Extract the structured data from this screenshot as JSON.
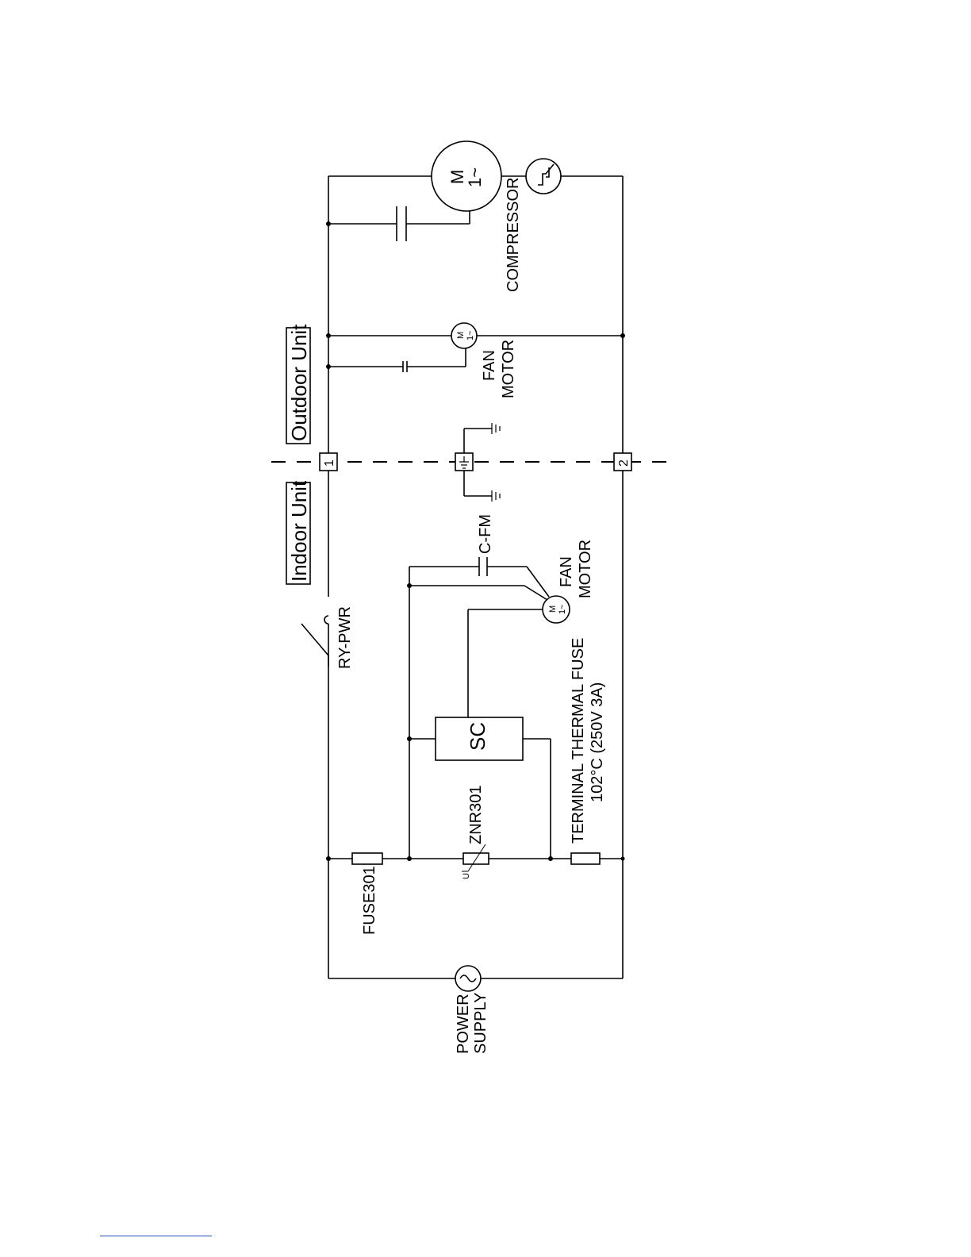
{
  "labels": {
    "indoor_unit": "Indoor Unit",
    "outdoor_unit": "Outdoor Unit",
    "ry_pwr": "RY-PWR",
    "power_supply_1": "POWER",
    "power_supply_2": "SUPPLY",
    "fuse301": "FUSE301",
    "znr301": "ZNR301",
    "znr_u": "U",
    "sc": "SC",
    "c_fm": "C-FM",
    "indoor_fan_1": "FAN",
    "indoor_fan_2": "MOTOR",
    "thermal_fuse_1": "TERMINAL THERMAL FUSE",
    "thermal_fuse_2": "102°C (250V 3A)",
    "outdoor_fan_1": "FAN",
    "outdoor_fan_2": "MOTOR",
    "compressor": "COMPRESSOR",
    "terminal_1": "1",
    "terminal_2": "2",
    "motor_m": "M",
    "motor_phase": "1~",
    "ac_symbol": "~"
  }
}
